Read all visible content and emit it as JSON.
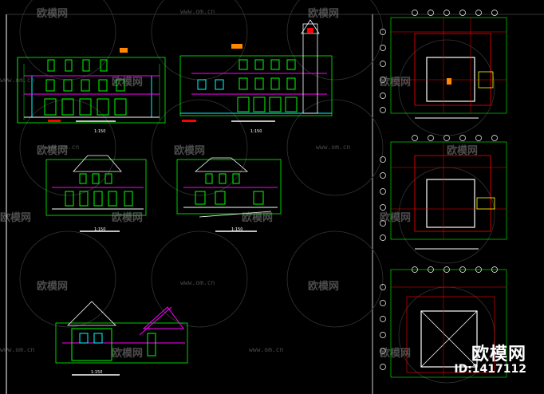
{
  "watermark": {
    "brand_text": "欧模网",
    "url_text": "www.om.cn",
    "id_text": "ID:1417112"
  },
  "scales": {
    "s1": "1:150",
    "s2": "1:150",
    "s3": "1:150",
    "s4": "1:150",
    "s5": "1:150"
  },
  "colors": {
    "green": "#00ff00",
    "cyan": "#00ffff",
    "red": "#ff0000",
    "magenta": "#ff00ff",
    "yellow": "#ffff00",
    "white": "#ffffff"
  }
}
